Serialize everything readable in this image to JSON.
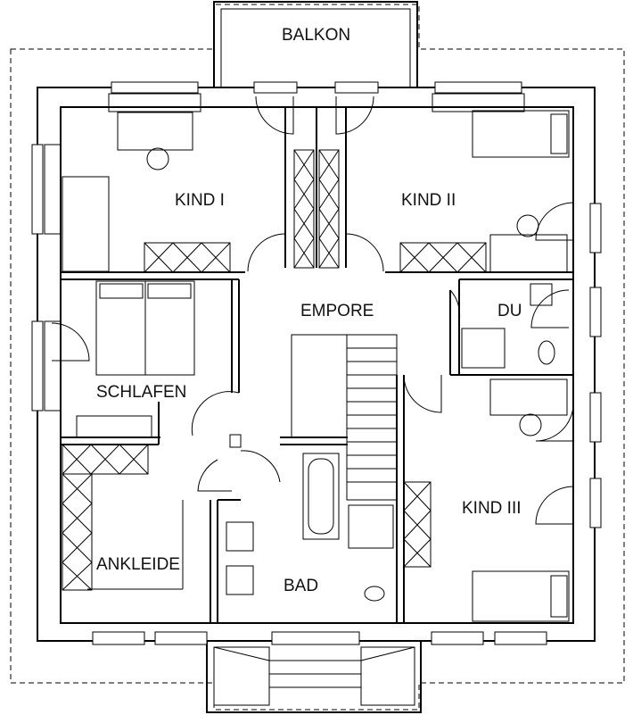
{
  "rooms": {
    "balkon": "BALKON",
    "kind1": "KIND I",
    "kind2": "KIND II",
    "empore": "EMPORE",
    "du": "DU",
    "schlafen": "SCHLAFEN",
    "ankleide": "ANKLEIDE",
    "bad": "BAD",
    "kind3": "KIND III"
  },
  "colors": {
    "line": "#000000",
    "background": "#ffffff"
  }
}
